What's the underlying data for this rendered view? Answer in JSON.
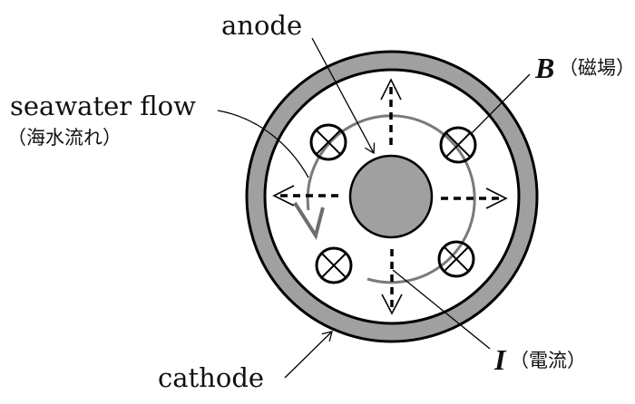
{
  "diagram": {
    "labels": {
      "anode": "anode",
      "seawater_flow": "seawater flow",
      "seawater_flow_jp": "（海水流れ）",
      "magnetic_field_symbol": "B",
      "magnetic_field_jp": "（磁場）",
      "current_symbol": "I",
      "current_jp": "（電流）",
      "cathode": "cathode"
    },
    "components": {
      "cathode_ring": "cathode",
      "anode_core": "anode",
      "magnetic_field_markers": [
        "into-page",
        "into-page",
        "into-page",
        "into-page"
      ],
      "current_directions": [
        "up",
        "right",
        "down",
        "left"
      ],
      "flow_direction": "counter-clockwise"
    },
    "colors": {
      "fill_gray": "#a0a0a0",
      "flow_gray": "#808080",
      "stroke": "#000000",
      "background": "#ffffff"
    }
  }
}
